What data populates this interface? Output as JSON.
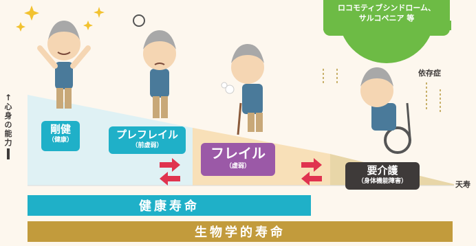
{
  "labels": {
    "kenkou": {
      "main": "剛健",
      "sub": "（健康）"
    },
    "prefrail": {
      "main": "プレフレイル",
      "sub": "（前虚弱）"
    },
    "frail": {
      "main": "フレイル",
      "sub": "（虚弱）"
    },
    "care": {
      "main": "要介護",
      "sub": "（身体機能障害）"
    }
  },
  "axis_label": "心身の能力",
  "end_label": "天寿",
  "dependency_label": "依存症",
  "gear_text": [
    "ロコモティブシンドローム、",
    "サルコペニア 等"
  ],
  "bars": {
    "health": "健康寿命",
    "bio": "生物学的寿命"
  },
  "colors": {
    "teal": "#1fb0c8",
    "purple": "#9b59a7",
    "dark": "#3e3a39",
    "gold": "#c29b3c",
    "green": "#6dbb45",
    "red": "#e0334f"
  }
}
